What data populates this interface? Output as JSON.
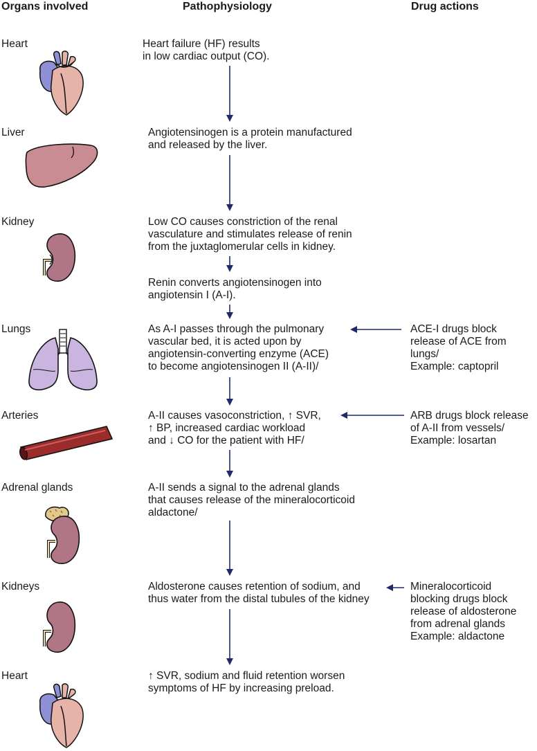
{
  "headers": {
    "organs": "Organs involved",
    "pathophysiology": "Pathophysiology",
    "drugs": "Drug actions"
  },
  "organs": [
    "Heart",
    "Liver",
    "Kidney",
    "Lungs",
    "Arteries",
    "Adrenal glands",
    "Kidneys",
    "Heart"
  ],
  "steps": [
    "Heart failure (HF) results\nin low cardiac output (CO).",
    "Angiotensinogen is a protein manufactured\nand released by the liver.",
    "Low CO causes constriction of the renal\nvasculature and stimulates release of renin\nfrom the juxtaglomerular cells in kidney.",
    "Renin converts angiotensinogen into\nangiotensin I (A-I).",
    "As A-I passes through the pulmonary\nvascular bed, it is acted upon by\nangiotensin-converting enzyme (ACE)\nto become angiotensinogen II (A-II)/",
    "A-II causes vasoconstriction, ↑ SVR,\n↑ BP, increased cardiac workload\nand ↓ CO for the patient with HF/",
    "A-II sends a signal to the adrenal glands\nthat causes release of the mineralocorticoid\naldactone/",
    "Aldosterone causes retention of sodium, and\nthus water from the distal tubules of the kidney",
    "↑ SVR, sodium and fluid retention worsen\nsymptoms of HF by increasing preload."
  ],
  "drugs": [
    "ACE-I drugs block\nrelease of ACE from\nlungs/\nExample: captopril",
    "ARB drugs block release\nof A-II from vessels/\nExample: losartan",
    "Mineralocorticoid\nblocking drugs block\nrelease of aldosterone\nfrom adrenal glands\nExample: aldactone"
  ],
  "colors": {
    "arrow": "#1f2a6b",
    "heart_pink": "#e6b3a8",
    "heart_blue": "#8f8fd6",
    "liver": "#c98c92",
    "kidney": "#b07685",
    "lungs": "#c9b5e0",
    "artery": "#9c2b2b",
    "adrenal": "#e2c98a"
  },
  "icons": [
    "heart-icon",
    "liver-icon",
    "kidney-icon",
    "lungs-icon",
    "artery-icon",
    "adrenal-kidney-icon",
    "kidney-icon",
    "heart-icon"
  ]
}
